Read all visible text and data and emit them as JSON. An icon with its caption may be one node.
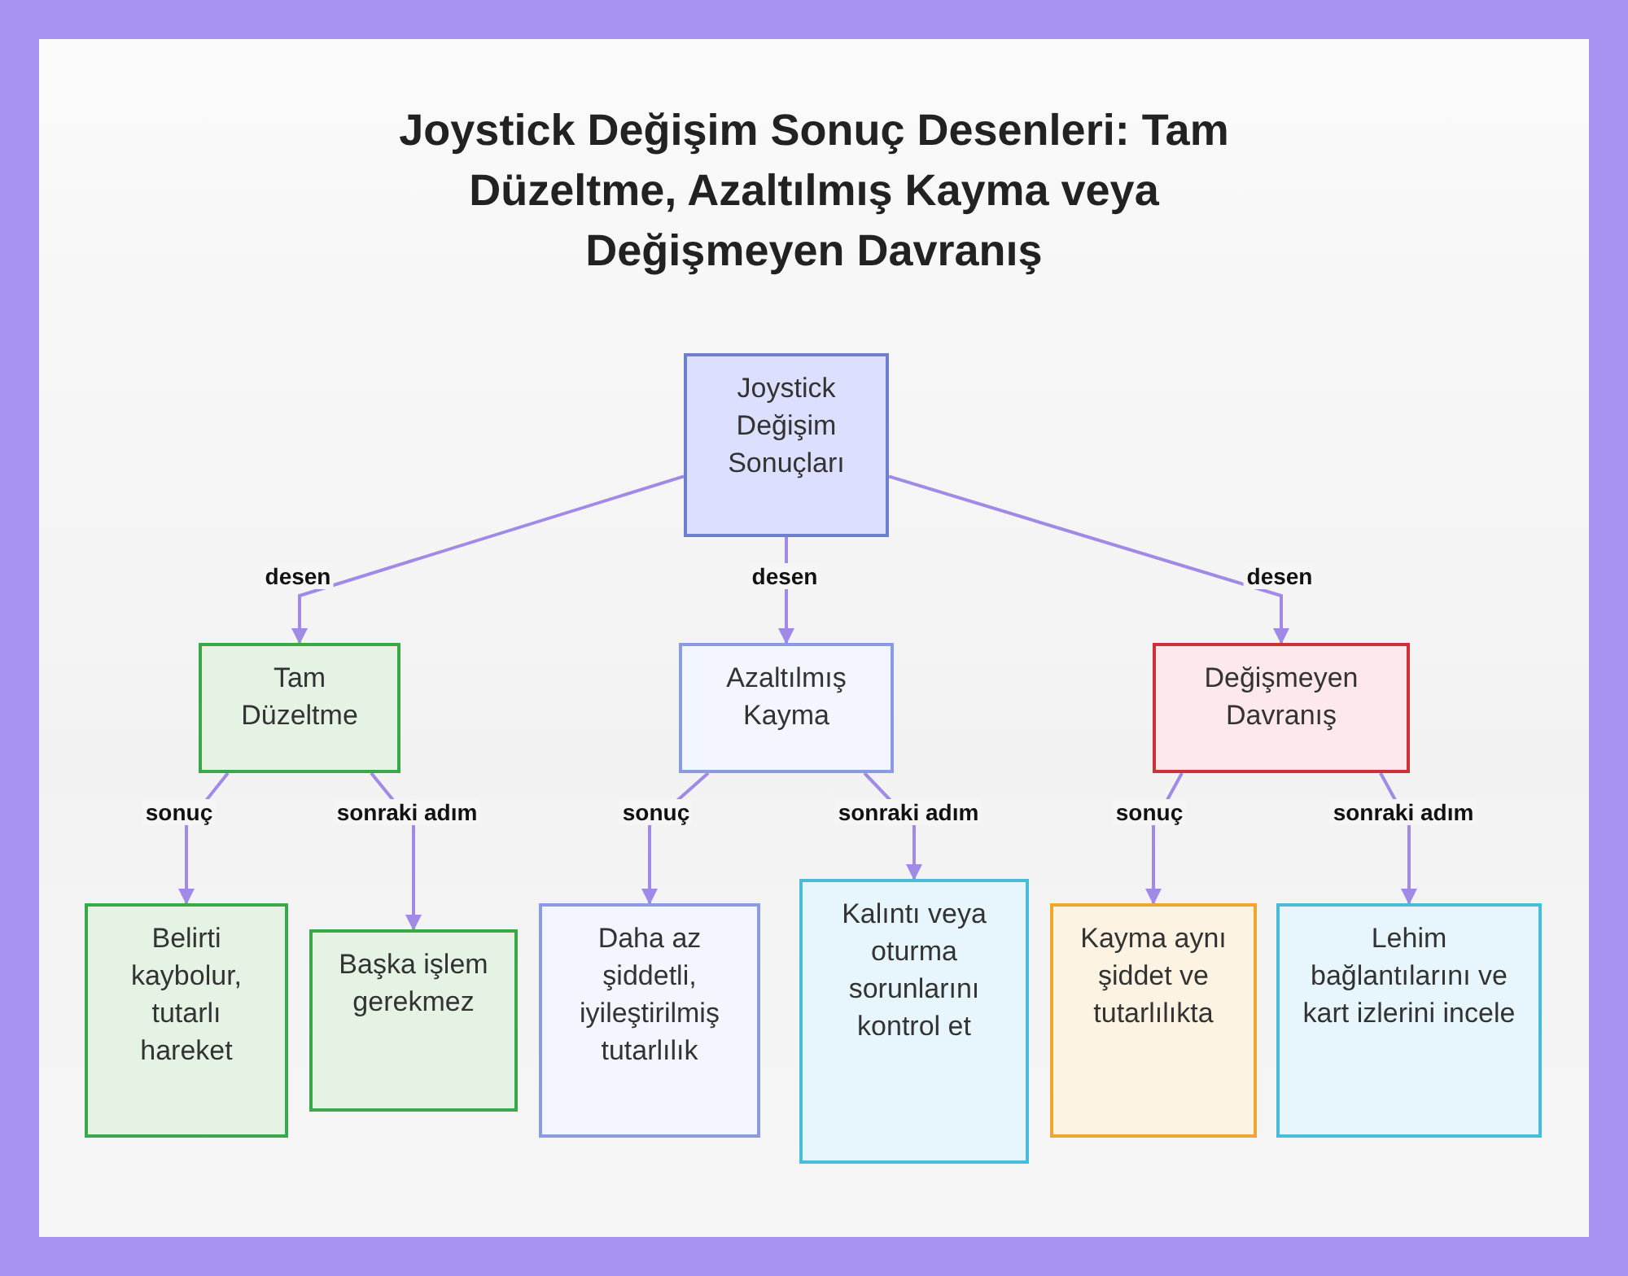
{
  "diagram": {
    "title": "Joystick Değişim Sonuç Desenleri: Tam Düzeltme, Azaltılmış Kayma veya Değişmeyen Davranış",
    "nodes": [
      {
        "text": [
          "Joystick Değişim Sonuçları"
        ]
      },
      {
        "text": [
          "Tam Düzeltme"
        ]
      },
      {
        "text": [
          "Azaltılmış Kayma"
        ]
      },
      {
        "text": [
          "Değişmeyen Davranış"
        ]
      },
      {
        "text": [
          "Belirti kaybolur, tutarlı hareket"
        ]
      },
      {
        "text": [
          "Başka işlem gerekmez"
        ]
      },
      {
        "text": [
          "Daha az şiddetli, iyileştirilmiş tutarlılık"
        ]
      },
      {
        "text": [
          "Kalıntı veya oturma sorunlarını kontrol et"
        ]
      },
      {
        "text": [
          "Kayma aynı şiddet ve tutarlılıkta"
        ]
      },
      {
        "text": [
          "Lehim bağlantılarını ve kart izlerini incele"
        ]
      }
    ],
    "edges": [
      {
        "from": 0,
        "to": 1,
        "arrow": "to",
        "label": "desen"
      },
      {
        "from": 0,
        "to": 2,
        "arrow": "to",
        "label": "desen"
      },
      {
        "from": 0,
        "to": 3,
        "arrow": "to",
        "label": "desen"
      },
      {
        "from": 1,
        "to": 4,
        "arrow": "to",
        "label": "sonuç"
      },
      {
        "from": 1,
        "to": 5,
        "arrow": "to",
        "label": "sonraki adım"
      },
      {
        "from": 2,
        "to": 6,
        "arrow": "to",
        "label": "sonuç"
      },
      {
        "from": 2,
        "to": 7,
        "arrow": "to",
        "label": "sonraki adım"
      },
      {
        "from": 3,
        "to": 8,
        "arrow": "to",
        "label": "sonuç"
      },
      {
        "from": 3,
        "to": 9,
        "arrow": "to",
        "label": "sonraki adım"
      }
    ]
  }
}
